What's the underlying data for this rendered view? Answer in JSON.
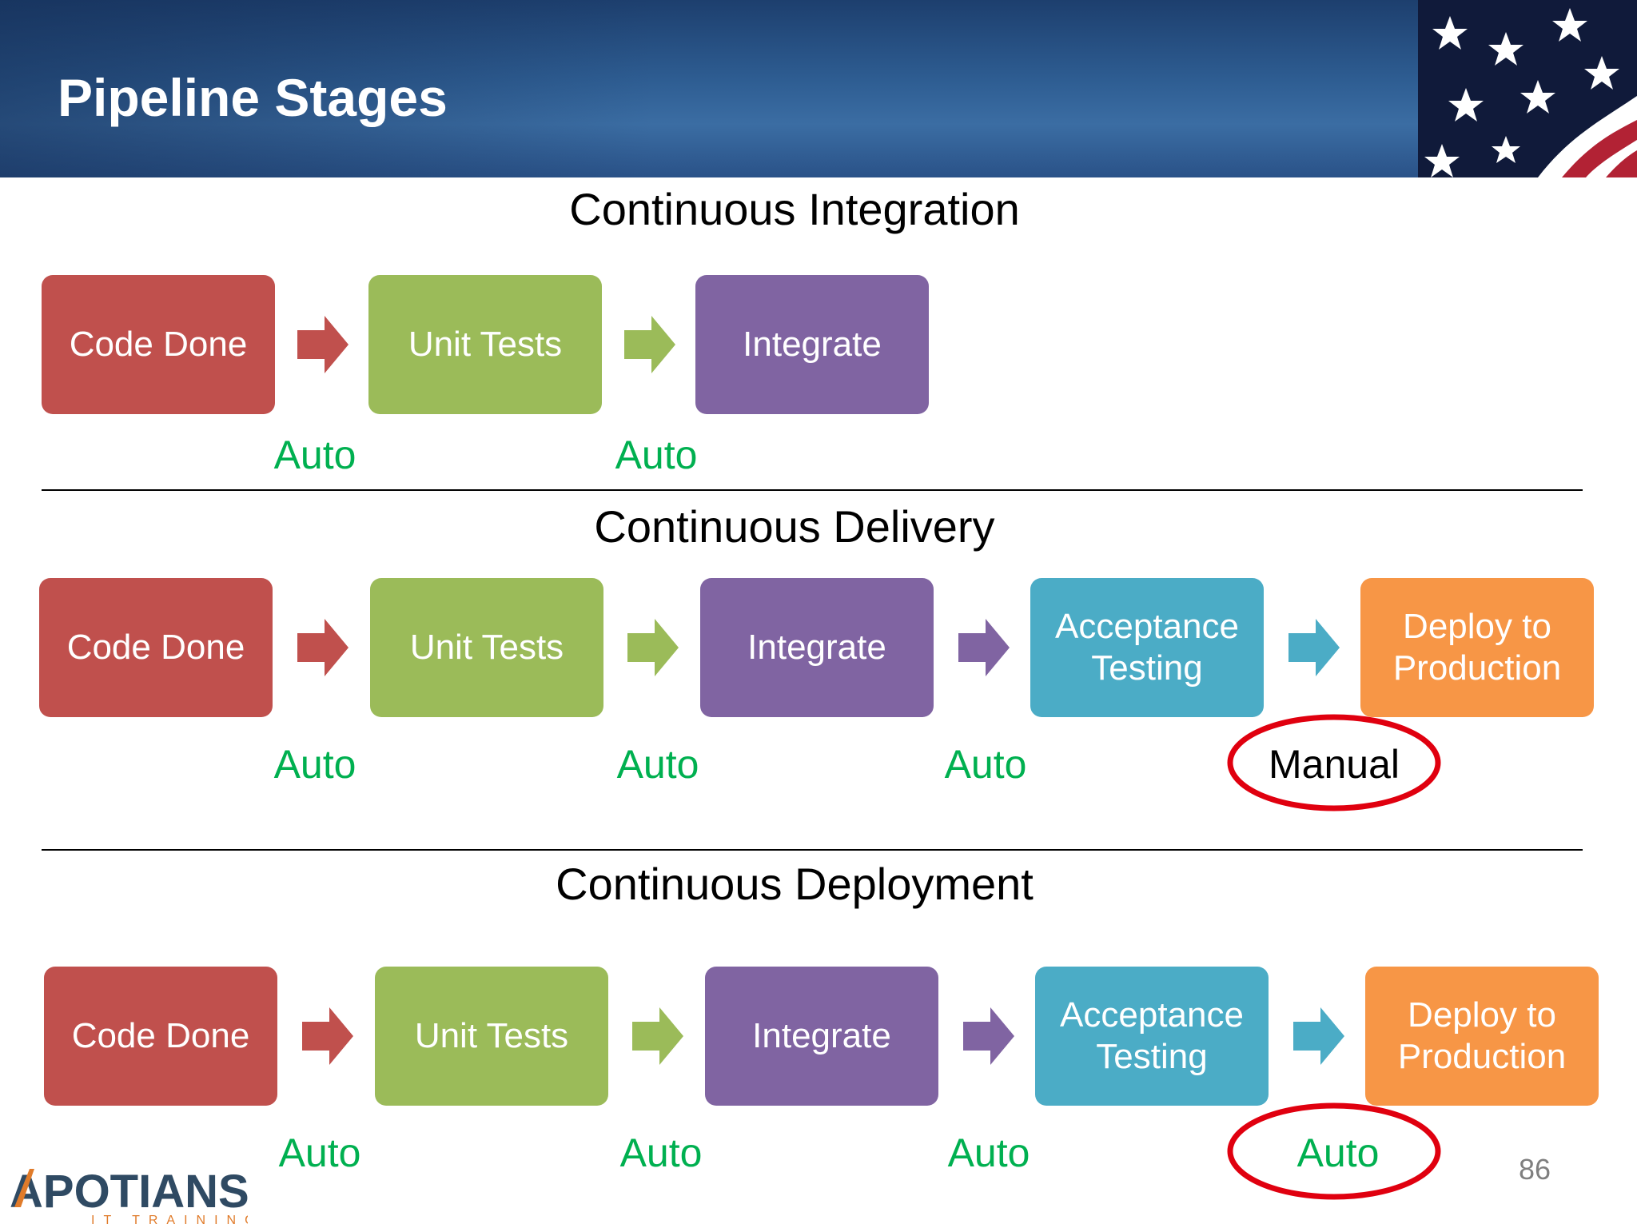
{
  "slide": {
    "title": "Pipeline Stages",
    "page_number": "86"
  },
  "colors": {
    "red": "#c0504d",
    "green": "#9bbb59",
    "purple": "#8064a2",
    "teal": "#4bacc6",
    "orange": "#f79646",
    "auto_text": "#00b050",
    "highlight_ring": "#e0000f"
  },
  "sections": [
    {
      "title": "Continuous Integration",
      "stages": [
        "Code Done",
        "Unit Tests",
        "Integrate"
      ],
      "transitions": [
        "Auto",
        "Auto"
      ]
    },
    {
      "title": "Continuous Delivery",
      "stages": [
        "Code Done",
        "Unit Tests",
        "Integrate",
        "Acceptance Testing",
        "Deploy to Production"
      ],
      "transitions": [
        "Auto",
        "Auto",
        "Auto",
        "Manual"
      ]
    },
    {
      "title": "Continuous Deployment",
      "stages": [
        "Code Done",
        "Unit Tests",
        "Integrate",
        "Acceptance Testing",
        "Deploy to Production"
      ],
      "transitions": [
        "Auto",
        "Auto",
        "Auto",
        "Auto"
      ]
    }
  ],
  "logo": {
    "name": "APOTIANS",
    "tagline": "IT TRAINING"
  }
}
